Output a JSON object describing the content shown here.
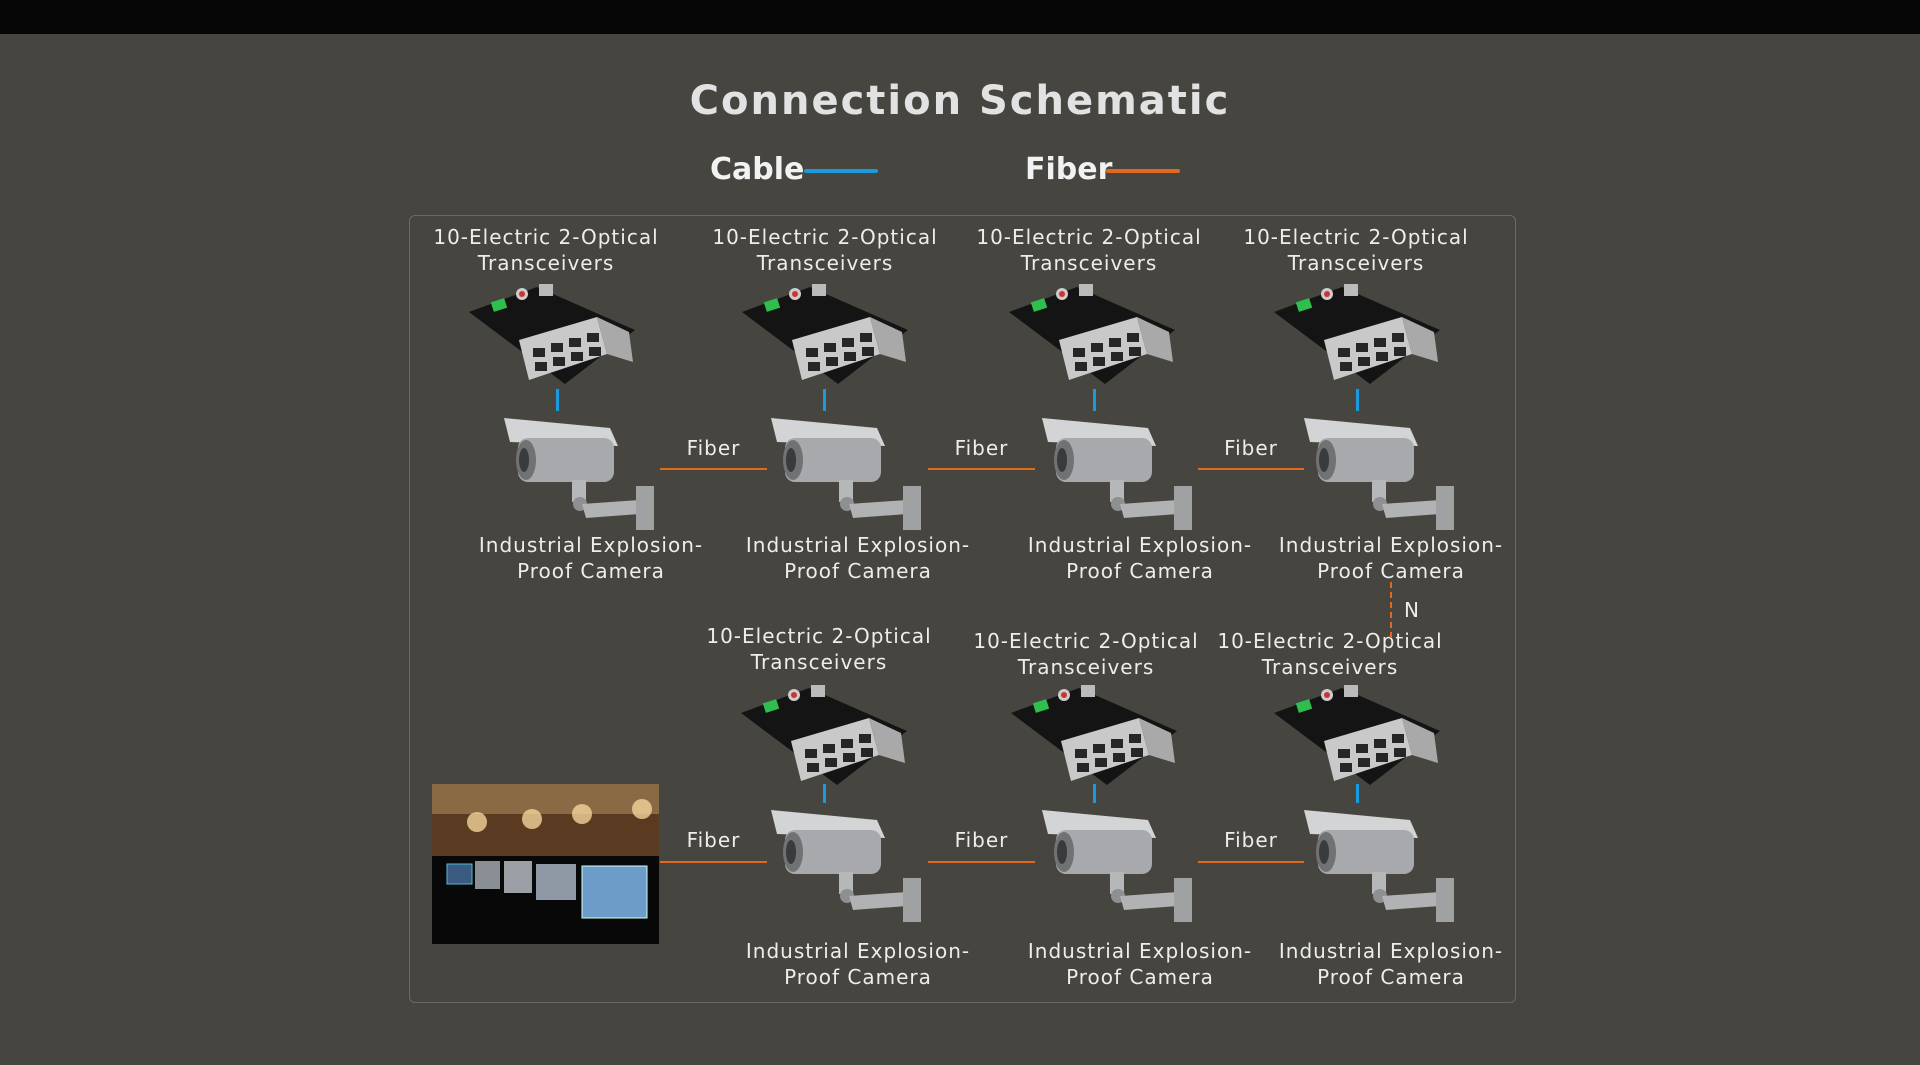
{
  "title": "Connection Schematic",
  "legend": {
    "cable_label": "Cable",
    "cable_color": "#1a9be0",
    "fiber_label": "Fiber",
    "fiber_color": "#e0691d"
  },
  "transceiver_label": "10-Electric 2-Optical Transceivers",
  "camera_label": "Industrial Explosion-Proof Camera",
  "fiber_link_label": "Fiber",
  "n_label": "N",
  "row1": {
    "transceivers": [
      "10-Electric 2-Optical Transceivers",
      "10-Electric 2-Optical Transceivers",
      "10-Electric 2-Optical Transceivers",
      "10-Electric 2-Optical Transceivers"
    ],
    "cameras": [
      "Industrial Explosion-Proof Camera",
      "Industrial Explosion-Proof Camera",
      "Industrial Explosion-Proof Camera",
      "Industrial Explosion-Proof Camera"
    ],
    "fiber_links": [
      "Fiber",
      "Fiber",
      "Fiber"
    ]
  },
  "row2": {
    "transceivers": [
      "10-Electric 2-Optical Transceivers",
      "10-Electric 2-Optical Transceivers",
      "10-Electric 2-Optical Transceivers"
    ],
    "cameras": [
      "Industrial Explosion-Proof Camera",
      "Industrial Explosion-Proof Camera",
      "Industrial Explosion-Proof Camera"
    ],
    "fiber_links": [
      "Fiber",
      "Fiber",
      "Fiber"
    ]
  }
}
